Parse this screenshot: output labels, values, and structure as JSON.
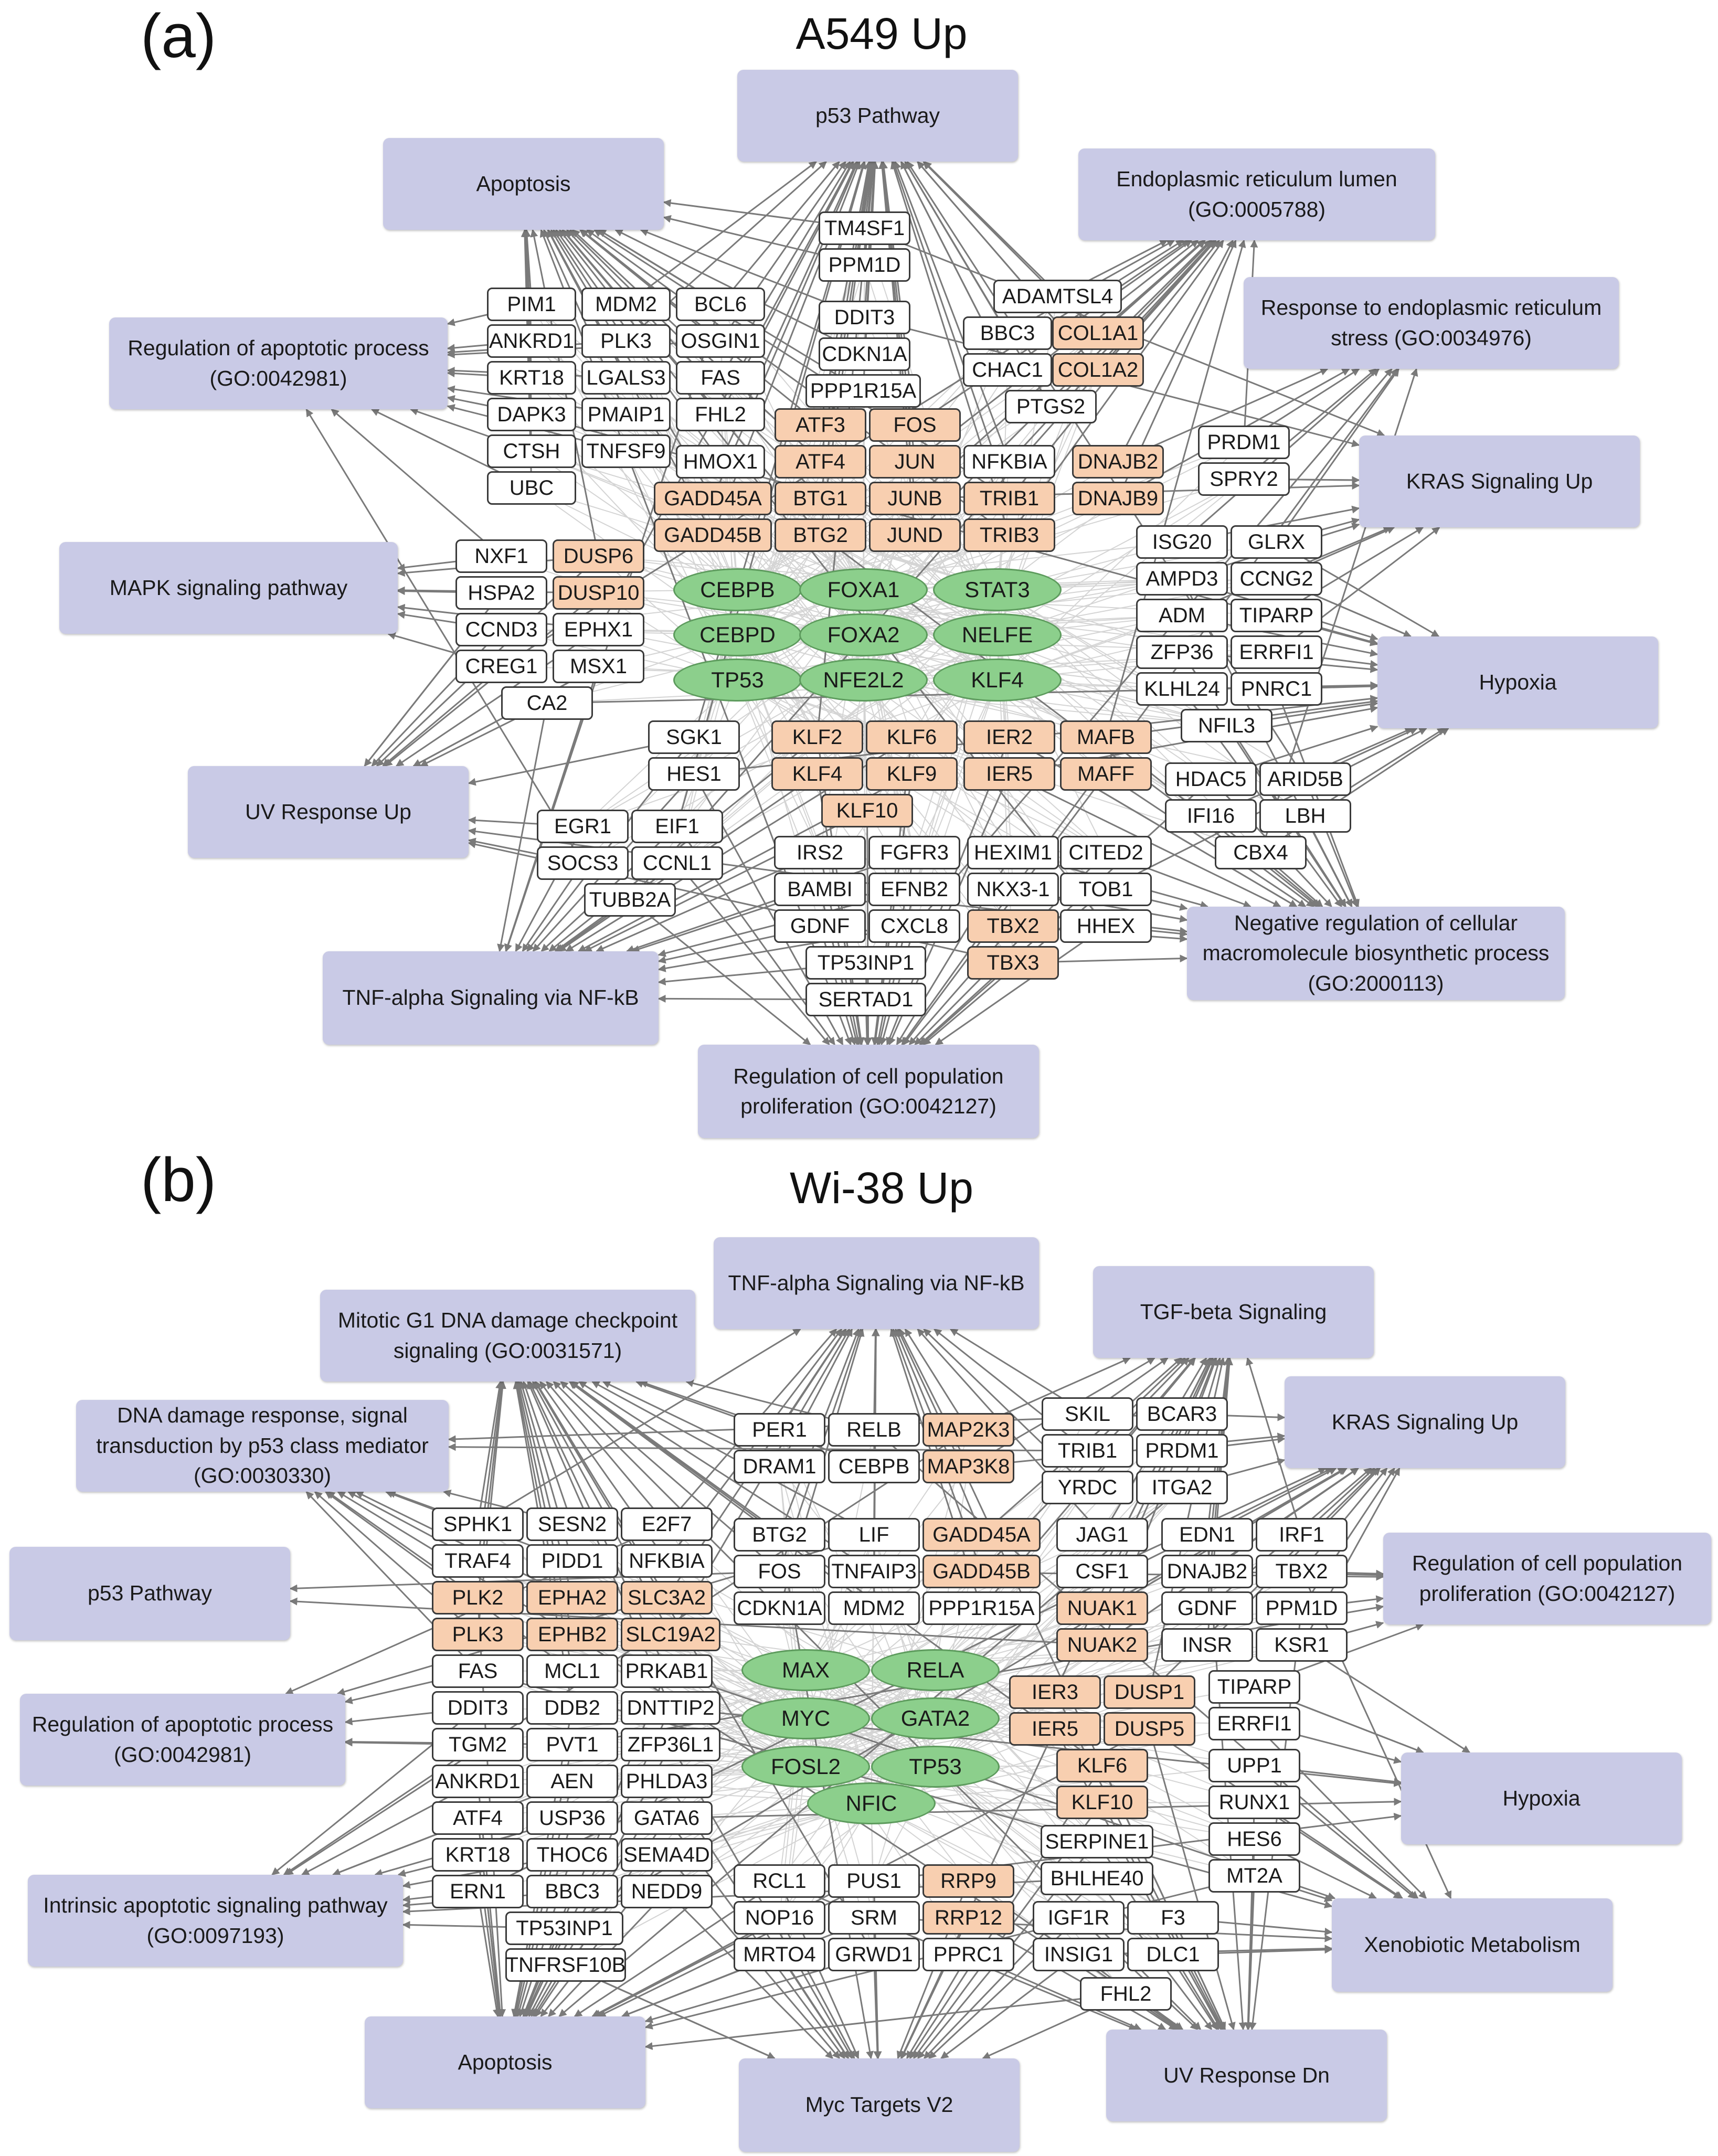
{
  "panels": [
    {
      "letter": "(a)",
      "title": "A549 Up",
      "terms": [
        {
          "id": "p53",
          "label": "p53 Pathway"
        },
        {
          "id": "apop",
          "label": "Apoptosis"
        },
        {
          "id": "erl",
          "label": "Endoplasmic reticulum lumen\n(GO:0005788)"
        },
        {
          "id": "regapop",
          "label": "Regulation of apoptotic process\n(GO:0042981)"
        },
        {
          "id": "rers",
          "label": "Response to endoplasmic reticulum\nstress (GO:0034976)"
        },
        {
          "id": "kras",
          "label": "KRAS Signaling Up"
        },
        {
          "id": "mapk",
          "label": "MAPK signaling pathway"
        },
        {
          "id": "hyp",
          "label": "Hypoxia"
        },
        {
          "id": "uv",
          "label": "UV Response Up"
        },
        {
          "id": "neg",
          "label": "Negative regulation of cellular\nmacromolecule biosynthetic process\n(GO:2000113)"
        },
        {
          "id": "tnf",
          "label": "TNF-alpha Signaling via NF-kB"
        },
        {
          "id": "prolif",
          "label": "Regulation of cell population\nproliferation (GO:0042127)"
        }
      ],
      "tfs": [
        "CEBPB",
        "FOXA1",
        "STAT3",
        "CEBPD",
        "FOXA2",
        "NELFE",
        "TP53",
        "NFE2L2",
        "KLF4"
      ],
      "genes": [
        {
          "id": "TM4SF1",
          "hl": false
        },
        {
          "id": "PPM1D",
          "hl": false
        },
        {
          "id": "DDIT3",
          "hl": false
        },
        {
          "id": "CDKN1A",
          "hl": false
        },
        {
          "id": "PPP1R15A",
          "hl": false
        },
        {
          "id": "ADAMTSL4",
          "hl": false
        },
        {
          "id": "BBC3",
          "hl": false
        },
        {
          "id": "COL1A1",
          "hl": true
        },
        {
          "id": "CHAC1",
          "hl": false
        },
        {
          "id": "COL1A2",
          "hl": true
        },
        {
          "id": "PTGS2",
          "hl": false
        },
        {
          "id": "PIM1",
          "hl": false
        },
        {
          "id": "MDM2",
          "hl": false
        },
        {
          "id": "BCL6",
          "hl": false
        },
        {
          "id": "ANKRD1",
          "hl": false
        },
        {
          "id": "PLK3",
          "hl": false
        },
        {
          "id": "OSGIN1",
          "hl": false
        },
        {
          "id": "KRT18",
          "hl": false
        },
        {
          "id": "LGALS3",
          "hl": false
        },
        {
          "id": "FAS",
          "hl": false
        },
        {
          "id": "DAPK3",
          "hl": false
        },
        {
          "id": "PMAIP1",
          "hl": false
        },
        {
          "id": "FHL2",
          "hl": false
        },
        {
          "id": "CTSH",
          "hl": false
        },
        {
          "id": "TNFSF9",
          "hl": false
        },
        {
          "id": "UBC",
          "hl": false
        },
        {
          "id": "HMOX1",
          "hl": false
        },
        {
          "id": "ATF3",
          "hl": true
        },
        {
          "id": "FOS",
          "hl": true
        },
        {
          "id": "ATF4",
          "hl": true
        },
        {
          "id": "JUN",
          "hl": true
        },
        {
          "id": "NFKBIA",
          "hl": false
        },
        {
          "id": "DNAJB2",
          "hl": true
        },
        {
          "id": "PRDM1",
          "hl": false
        },
        {
          "id": "SPRY2",
          "hl": false
        },
        {
          "id": "GADD45A",
          "hl": true
        },
        {
          "id": "BTG1",
          "hl": true
        },
        {
          "id": "JUNB",
          "hl": true
        },
        {
          "id": "TRIB1",
          "hl": true
        },
        {
          "id": "DNAJB9",
          "hl": true
        },
        {
          "id": "GADD45B",
          "hl": true
        },
        {
          "id": "BTG2",
          "hl": true
        },
        {
          "id": "JUND",
          "hl": true
        },
        {
          "id": "TRIB3",
          "hl": true
        },
        {
          "id": "ISG20",
          "hl": false
        },
        {
          "id": "GLRX",
          "hl": false
        },
        {
          "id": "AMPD3",
          "hl": false
        },
        {
          "id": "CCNG2",
          "hl": false
        },
        {
          "id": "ADM",
          "hl": false
        },
        {
          "id": "TIPARP",
          "hl": false
        },
        {
          "id": "ZFP36",
          "hl": false
        },
        {
          "id": "ERRFI1",
          "hl": false
        },
        {
          "id": "KLHL24",
          "hl": false
        },
        {
          "id": "PNRC1",
          "hl": false
        },
        {
          "id": "NFIL3",
          "hl": false
        },
        {
          "id": "NXF1",
          "hl": false
        },
        {
          "id": "DUSP6",
          "hl": true
        },
        {
          "id": "HSPA2",
          "hl": false
        },
        {
          "id": "DUSP10",
          "hl": true
        },
        {
          "id": "CCND3",
          "hl": false
        },
        {
          "id": "EPHX1",
          "hl": false
        },
        {
          "id": "CREG1",
          "hl": false
        },
        {
          "id": "MSX1",
          "hl": false
        },
        {
          "id": "CA2",
          "hl": false
        },
        {
          "id": "SGK1",
          "hl": false
        },
        {
          "id": "HES1",
          "hl": false
        },
        {
          "id": "KLF2",
          "hl": true
        },
        {
          "id": "KLF6",
          "hl": true
        },
        {
          "id": "IER2",
          "hl": true
        },
        {
          "id": "MAFB",
          "hl": true
        },
        {
          "id": "KLF4",
          "hl": true
        },
        {
          "id": "KLF9",
          "hl": true
        },
        {
          "id": "IER5",
          "hl": true
        },
        {
          "id": "MAFF",
          "hl": true
        },
        {
          "id": "KLF10",
          "hl": true
        },
        {
          "id": "HDAC5",
          "hl": false
        },
        {
          "id": "ARID5B",
          "hl": false
        },
        {
          "id": "IFI16",
          "hl": false
        },
        {
          "id": "LBH",
          "hl": false
        },
        {
          "id": "CBX4",
          "hl": false
        },
        {
          "id": "EGR1",
          "hl": false
        },
        {
          "id": "EIF1",
          "hl": false
        },
        {
          "id": "SOCS3",
          "hl": false
        },
        {
          "id": "CCNL1",
          "hl": false
        },
        {
          "id": "TUBB2A",
          "hl": false
        },
        {
          "id": "IRS2",
          "hl": false
        },
        {
          "id": "FGFR3",
          "hl": false
        },
        {
          "id": "HEXIM1",
          "hl": false
        },
        {
          "id": "CITED2",
          "hl": false
        },
        {
          "id": "BAMBI",
          "hl": false
        },
        {
          "id": "EFNB2",
          "hl": false
        },
        {
          "id": "NKX3-1",
          "hl": false
        },
        {
          "id": "TOB1",
          "hl": false
        },
        {
          "id": "GDNF",
          "hl": false
        },
        {
          "id": "CXCL8",
          "hl": false
        },
        {
          "id": "TBX2",
          "hl": true
        },
        {
          "id": "HHEX",
          "hl": false
        },
        {
          "id": "TP53INP1",
          "hl": false
        },
        {
          "id": "TBX3",
          "hl": true
        },
        {
          "id": "SERTAD1",
          "hl": false
        }
      ]
    },
    {
      "letter": "(b)",
      "title": "Wi-38 Up",
      "terms": [
        {
          "id": "tnf",
          "label": "TNF-alpha Signaling via NF-kB"
        },
        {
          "id": "mito",
          "label": "Mitotic G1 DNA damage checkpoint\nsignaling (GO:0031571)"
        },
        {
          "id": "tgf",
          "label": "TGF-beta Signaling"
        },
        {
          "id": "ddr",
          "label": "DNA damage response, signal\ntransduction by p53 class mediator\n(GO:0030330)"
        },
        {
          "id": "kras",
          "label": "KRAS Signaling Up"
        },
        {
          "id": "p53",
          "label": "p53 Pathway"
        },
        {
          "id": "prolif",
          "label": "Regulation of cell population\nproliferation (GO:0042127)"
        },
        {
          "id": "regapop",
          "label": "Regulation of apoptotic process\n(GO:0042981)"
        },
        {
          "id": "hyp",
          "label": "Hypoxia"
        },
        {
          "id": "intr",
          "label": "Intrinsic apoptotic signaling pathway\n(GO:0097193)"
        },
        {
          "id": "xeno",
          "label": "Xenobiotic Metabolism"
        },
        {
          "id": "apop",
          "label": "Apoptosis"
        },
        {
          "id": "myc",
          "label": "Myc Targets V2"
        },
        {
          "id": "uvdn",
          "label": "UV Response Dn"
        }
      ],
      "tfs": [
        "MAX",
        "RELA",
        "MYC",
        "GATA2",
        "FOSL2",
        "TP53",
        "NFIC"
      ],
      "genes": [
        {
          "id": "PER1",
          "hl": false
        },
        {
          "id": "RELB",
          "hl": false
        },
        {
          "id": "MAP2K3",
          "hl": true
        },
        {
          "id": "DRAM1",
          "hl": false
        },
        {
          "id": "CEBPB",
          "hl": false
        },
        {
          "id": "MAP3K8",
          "hl": true
        },
        {
          "id": "SKIL",
          "hl": false
        },
        {
          "id": "BCAR3",
          "hl": false
        },
        {
          "id": "TRIB1",
          "hl": false
        },
        {
          "id": "PRDM1",
          "hl": false
        },
        {
          "id": "YRDC",
          "hl": false
        },
        {
          "id": "ITGA2",
          "hl": false
        },
        {
          "id": "SPHK1",
          "hl": false
        },
        {
          "id": "SESN2",
          "hl": false
        },
        {
          "id": "E2F7",
          "hl": false
        },
        {
          "id": "TRAF4",
          "hl": false
        },
        {
          "id": "PIDD1",
          "hl": false
        },
        {
          "id": "NFKBIA",
          "hl": false
        },
        {
          "id": "PLK2",
          "hl": true
        },
        {
          "id": "EPHA2",
          "hl": true
        },
        {
          "id": "SLC3A2",
          "hl": true
        },
        {
          "id": "PLK3",
          "hl": true
        },
        {
          "id": "EPHB2",
          "hl": true
        },
        {
          "id": "SLC19A2",
          "hl": true
        },
        {
          "id": "FAS",
          "hl": false
        },
        {
          "id": "MCL1",
          "hl": false
        },
        {
          "id": "PRKAB1",
          "hl": false
        },
        {
          "id": "DDIT3",
          "hl": false
        },
        {
          "id": "DDB2",
          "hl": false
        },
        {
          "id": "DNTTIP2",
          "hl": false
        },
        {
          "id": "TGM2",
          "hl": false
        },
        {
          "id": "PVT1",
          "hl": false
        },
        {
          "id": "ZFP36L1",
          "hl": false
        },
        {
          "id": "ANKRD1",
          "hl": false
        },
        {
          "id": "AEN",
          "hl": false
        },
        {
          "id": "PHLDA3",
          "hl": false
        },
        {
          "id": "ATF4",
          "hl": false
        },
        {
          "id": "USP36",
          "hl": false
        },
        {
          "id": "GATA6",
          "hl": false
        },
        {
          "id": "KRT18",
          "hl": false
        },
        {
          "id": "THOC6",
          "hl": false
        },
        {
          "id": "SEMA4D",
          "hl": false
        },
        {
          "id": "ERN1",
          "hl": false
        },
        {
          "id": "BBC3",
          "hl": false
        },
        {
          "id": "NEDD9",
          "hl": false
        },
        {
          "id": "TP53INP1",
          "hl": false
        },
        {
          "id": "TNFRSF10B",
          "hl": false
        },
        {
          "id": "BTG2",
          "hl": false
        },
        {
          "id": "LIF",
          "hl": false
        },
        {
          "id": "GADD45A",
          "hl": true
        },
        {
          "id": "FOS",
          "hl": false
        },
        {
          "id": "TNFAIP3",
          "hl": false
        },
        {
          "id": "GADD45B",
          "hl": true
        },
        {
          "id": "CDKN1A",
          "hl": false
        },
        {
          "id": "MDM2",
          "hl": false
        },
        {
          "id": "PPP1R15A",
          "hl": false
        },
        {
          "id": "JAG1",
          "hl": false
        },
        {
          "id": "CSF1",
          "hl": false
        },
        {
          "id": "NUAK1",
          "hl": true
        },
        {
          "id": "NUAK2",
          "hl": true
        },
        {
          "id": "EDN1",
          "hl": false
        },
        {
          "id": "IRF1",
          "hl": false
        },
        {
          "id": "DNAJB2",
          "hl": false
        },
        {
          "id": "TBX2",
          "hl": false
        },
        {
          "id": "GDNF",
          "hl": false
        },
        {
          "id": "PPM1D",
          "hl": false
        },
        {
          "id": "INSR",
          "hl": false
        },
        {
          "id": "KSR1",
          "hl": false
        },
        {
          "id": "IER3",
          "hl": true
        },
        {
          "id": "DUSP1",
          "hl": true
        },
        {
          "id": "IER5",
          "hl": true
        },
        {
          "id": "DUSP5",
          "hl": true
        },
        {
          "id": "TIPARP",
          "hl": false
        },
        {
          "id": "ERRFI1",
          "hl": false
        },
        {
          "id": "KLF6",
          "hl": true
        },
        {
          "id": "KLF10",
          "hl": true
        },
        {
          "id": "UPP1",
          "hl": false
        },
        {
          "id": "RUNX1",
          "hl": false
        },
        {
          "id": "HES6",
          "hl": false
        },
        {
          "id": "MT2A",
          "hl": false
        },
        {
          "id": "SERPINE1",
          "hl": false
        },
        {
          "id": "BHLHE40",
          "hl": false
        },
        {
          "id": "IGF1R",
          "hl": false
        },
        {
          "id": "F3",
          "hl": false
        },
        {
          "id": "INSIG1",
          "hl": false
        },
        {
          "id": "DLC1",
          "hl": false
        },
        {
          "id": "FHL2",
          "hl": false
        },
        {
          "id": "RCL1",
          "hl": false
        },
        {
          "id": "PUS1",
          "hl": false
        },
        {
          "id": "RRP9",
          "hl": true
        },
        {
          "id": "NOP16",
          "hl": false
        },
        {
          "id": "SRM",
          "hl": false
        },
        {
          "id": "RRP12",
          "hl": true
        },
        {
          "id": "MRTO4",
          "hl": false
        },
        {
          "id": "GRWD1",
          "hl": false
        },
        {
          "id": "PPRC1",
          "hl": false
        }
      ]
    }
  ],
  "colors": {
    "term_fill": "#c9cae6",
    "gene_fill": "#ffffff",
    "gene_highlight_fill": "#f8cfb0",
    "tf_fill": "#8ccf8c",
    "edge_term": "#7a7a7a",
    "edge_gene": "#d4d4d4"
  }
}
